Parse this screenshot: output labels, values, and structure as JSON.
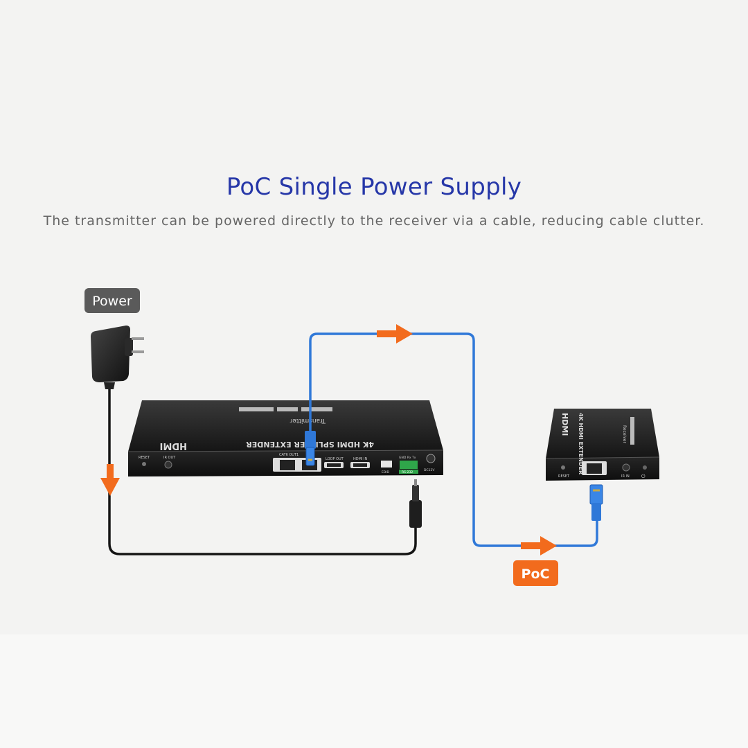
{
  "title": "PoC Single Power Supply",
  "subtitle": "The transmitter can be powered directly to the receiver via a cable, reducing cable clutter.",
  "labels": {
    "power": "Power",
    "poc": "PoC"
  },
  "transmitter": {
    "brand": "HDMI",
    "model": "4K HDMI SPLITTER EXTENDER",
    "type_label": "Transmitter",
    "ports": {
      "reset": "RESET",
      "ir_out": "IR OUT",
      "cat6_out": "CAT6 OUT1",
      "loop_out": "LOOP OUT",
      "hdmi_in": "HDMI IN",
      "edid": "EDID",
      "rs232_header": "GND Rx Tx",
      "rs232": "RS-232",
      "dc12v": "DC12V"
    }
  },
  "receiver": {
    "brand": "HDMI",
    "model": "4K HDMI EXTENDER",
    "type_label": "Receiver",
    "ports": {
      "reset": "RESET",
      "ir_in": "IR IN"
    }
  },
  "colors": {
    "title": "#2637a8",
    "cable_blue": "#2f78d8",
    "arrow_orange": "#f26b1d",
    "power_badge": "#5a5a5a",
    "poc_badge": "#f26b1d",
    "device_body": "#1f1f1f"
  }
}
